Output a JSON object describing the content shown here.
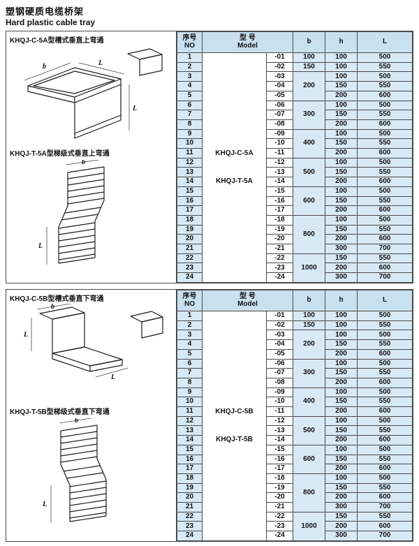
{
  "page": {
    "title_zh": "塑钢硬质电缆桥架",
    "title_en": "Hard plastic cable tray"
  },
  "table_headers": {
    "no_zh": "序号",
    "no_en": "NO",
    "model_zh": "型  号",
    "model_en": "Model",
    "b": "b",
    "h": "h",
    "L": "L"
  },
  "dim_labels": {
    "b": "b",
    "h": "h",
    "L": "L"
  },
  "colors": {
    "header_fill": "#c9e0ef",
    "cell_fill": "#d7e9f5",
    "border": "#4a4a4a"
  },
  "sections": [
    {
      "caption_channel": "KHQJ-C-5A型槽式垂直上弯通",
      "caption_ladder": "KHQJ-T-5A型梯级式垂直上弯通",
      "model_channel": "KHQJ-C-5A",
      "model_ladder": "KHQJ-T-5A",
      "rows": [
        {
          "no": "1",
          "suffix": "-01",
          "b": "100",
          "b_span": 1,
          "h": "100",
          "L": "500"
        },
        {
          "no": "2",
          "suffix": "-02",
          "b": "150",
          "b_span": 1,
          "h": "100",
          "L": "550"
        },
        {
          "no": "3",
          "suffix": "-03",
          "b": "200",
          "b_span": 3,
          "h": "100",
          "L": "500"
        },
        {
          "no": "4",
          "suffix": "-04",
          "h": "150",
          "L": "550"
        },
        {
          "no": "5",
          "suffix": "-05",
          "h": "200",
          "L": "600"
        },
        {
          "no": "6",
          "suffix": "-06",
          "b": "300",
          "b_span": 3,
          "h": "100",
          "L": "500"
        },
        {
          "no": "7",
          "suffix": "-07",
          "h": "150",
          "L": "550"
        },
        {
          "no": "8",
          "suffix": "-08",
          "h": "200",
          "L": "600"
        },
        {
          "no": "9",
          "suffix": "-09",
          "b": "400",
          "b_span": 3,
          "h": "100",
          "L": "500"
        },
        {
          "no": "10",
          "suffix": "-10",
          "h": "150",
          "L": "550"
        },
        {
          "no": "11",
          "suffix": "-11",
          "h": "200",
          "L": "600"
        },
        {
          "no": "12",
          "suffix": "-12",
          "b": "500",
          "b_span": 3,
          "h": "100",
          "L": "500"
        },
        {
          "no": "13",
          "suffix": "-13",
          "h": "150",
          "L": "550"
        },
        {
          "no": "14",
          "suffix": "-14",
          "h": "200",
          "L": "600"
        },
        {
          "no": "15",
          "suffix": "-15",
          "b": "600",
          "b_span": 3,
          "h": "100",
          "L": "500"
        },
        {
          "no": "16",
          "suffix": "-16",
          "h": "150",
          "L": "550"
        },
        {
          "no": "17",
          "suffix": "-17",
          "h": "200",
          "L": "600"
        },
        {
          "no": "18",
          "suffix": "-18",
          "b": "800",
          "b_span": 4,
          "h": "100",
          "L": "500"
        },
        {
          "no": "19",
          "suffix": "-19",
          "h": "150",
          "L": "550"
        },
        {
          "no": "20",
          "suffix": "-20",
          "h": "200",
          "L": "600"
        },
        {
          "no": "21",
          "suffix": "-21",
          "h": "300",
          "L": "700"
        },
        {
          "no": "22",
          "suffix": "-22",
          "b": "1000",
          "b_span": 3,
          "h": "150",
          "L": "550"
        },
        {
          "no": "23",
          "suffix": "-23",
          "h": "200",
          "L": "600"
        },
        {
          "no": "24",
          "suffix": "-24",
          "h": "300",
          "L": "700"
        }
      ]
    },
    {
      "caption_channel": "KHQJ-C-5B型槽式垂直下弯通",
      "caption_ladder": "KHQJ-T-5B型梯级式垂直下弯通",
      "model_channel": "KHQJ-C-5B",
      "model_ladder": "KHQJ-T-5B",
      "rows": [
        {
          "no": "1",
          "suffix": "-01",
          "b": "100",
          "b_span": 1,
          "h": "100",
          "L": "500"
        },
        {
          "no": "2",
          "suffix": "-02",
          "b": "150",
          "b_span": 1,
          "h": "100",
          "L": "550"
        },
        {
          "no": "3",
          "suffix": "-03",
          "b": "200",
          "b_span": 3,
          "h": "100",
          "L": "500"
        },
        {
          "no": "4",
          "suffix": "-04",
          "h": "150",
          "L": "550"
        },
        {
          "no": "5",
          "suffix": "-05",
          "h": "200",
          "L": "600"
        },
        {
          "no": "6",
          "suffix": "-06",
          "b": "300",
          "b_span": 3,
          "h": "100",
          "L": "500"
        },
        {
          "no": "7",
          "suffix": "-07",
          "h": "150",
          "L": "550"
        },
        {
          "no": "8",
          "suffix": "-08",
          "h": "200",
          "L": "600"
        },
        {
          "no": "9",
          "suffix": "-09",
          "b": "400",
          "b_span": 3,
          "h": "100",
          "L": "500"
        },
        {
          "no": "10",
          "suffix": "-10",
          "h": "150",
          "L": "550"
        },
        {
          "no": "11",
          "suffix": "-11",
          "h": "200",
          "L": "600"
        },
        {
          "no": "12",
          "suffix": "-12",
          "b": "500",
          "b_span": 3,
          "h": "100",
          "L": "500"
        },
        {
          "no": "13",
          "suffix": "-13",
          "h": "150",
          "L": "550"
        },
        {
          "no": "14",
          "suffix": "-14",
          "h": "200",
          "L": "600"
        },
        {
          "no": "15",
          "suffix": "-15",
          "b": "600",
          "b_span": 3,
          "h": "100",
          "L": "500"
        },
        {
          "no": "16",
          "suffix": "-16",
          "h": "150",
          "L": "550"
        },
        {
          "no": "17",
          "suffix": "-17",
          "h": "200",
          "L": "600"
        },
        {
          "no": "18",
          "suffix": "-18",
          "b": "800",
          "b_span": 4,
          "h": "100",
          "L": "500"
        },
        {
          "no": "19",
          "suffix": "-19",
          "h": "150",
          "L": "550"
        },
        {
          "no": "20",
          "suffix": "-20",
          "h": "200",
          "L": "600"
        },
        {
          "no": "21",
          "suffix": "-21",
          "h": "300",
          "L": "700"
        },
        {
          "no": "22",
          "suffix": "-22",
          "b": "1000",
          "b_span": 3,
          "h": "150",
          "L": "550"
        },
        {
          "no": "23",
          "suffix": "-23",
          "h": "200",
          "L": "600"
        },
        {
          "no": "24",
          "suffix": "-24",
          "h": "300",
          "L": "700"
        }
      ]
    }
  ]
}
